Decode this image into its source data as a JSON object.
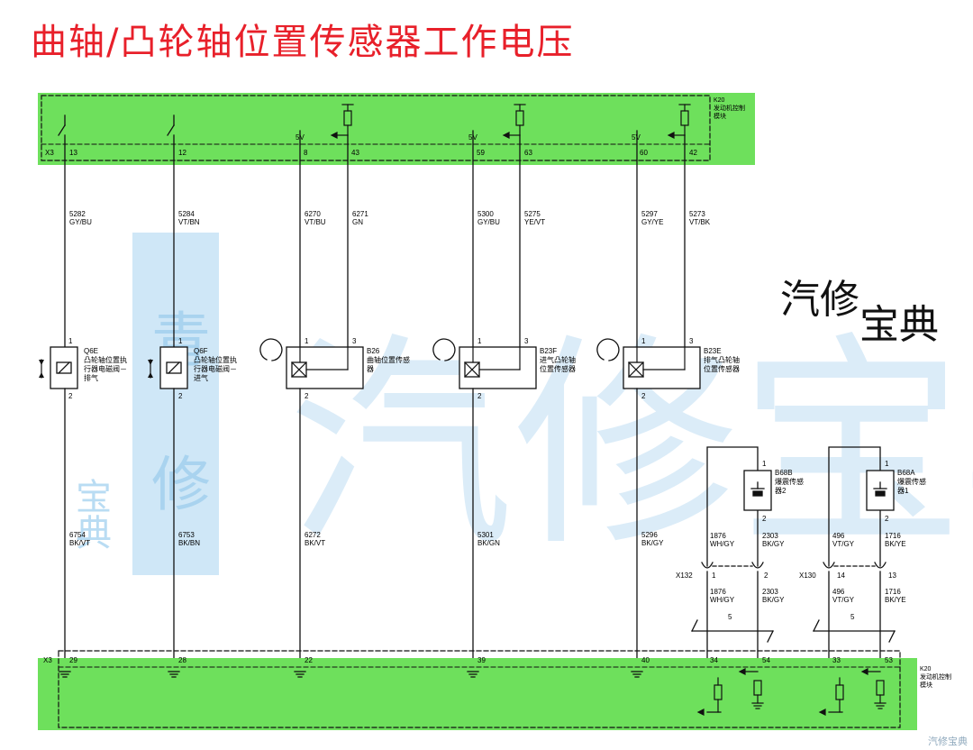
{
  "title": "曲轴/凸轮轴位置传感器工作电压",
  "brand": {
    "part1": "汽修",
    "part2": "宝典"
  },
  "watermark": {
    "big": "汽修宝典",
    "side": "宝典",
    "footer": "汽修宝典"
  },
  "module_top": {
    "ref": "K20",
    "name_line1": "发动机控制",
    "name_line2": "模块",
    "connector": "X3"
  },
  "module_bottom": {
    "ref": "K20",
    "name_line1": "发动机控制",
    "name_line2": "模块",
    "connector": "X3"
  },
  "top_pins": [
    "13",
    "12",
    "8",
    "43",
    "59",
    "63",
    "60",
    "42"
  ],
  "five_v": "5V",
  "top_wires": [
    {
      "circuit": "5282",
      "color": "GY/BU"
    },
    {
      "circuit": "5284",
      "color": "VT/BN"
    },
    {
      "circuit": "6270",
      "color": "VT/BU"
    },
    {
      "circuit": "6271",
      "color": "GN"
    },
    {
      "circuit": "5300",
      "color": "GY/BU"
    },
    {
      "circuit": "5275",
      "color": "YE/VT"
    },
    {
      "circuit": "5297",
      "color": "GY/YE"
    },
    {
      "circuit": "5273",
      "color": "VT/BK"
    }
  ],
  "actuators": [
    {
      "ref": "Q6E",
      "line1": "凸轮轴位置执",
      "line2": "行器电磁阀－",
      "line3": "排气",
      "pin_top": "1",
      "pin_bottom": "2"
    },
    {
      "ref": "Q6F",
      "line1": "凸轮轴位置执",
      "line2": "行器电磁阀－",
      "line3": "进气",
      "pin_top": "1",
      "pin_bottom": "2"
    }
  ],
  "sensors": [
    {
      "ref": "B26",
      "line1": "曲轴位置传感",
      "line2": "器",
      "pin_a": "1",
      "pin_b": "3",
      "pin_c": "2"
    },
    {
      "ref": "B23F",
      "line1": "进气凸轮轴",
      "line2": "位置传感器",
      "pin_a": "1",
      "pin_b": "3",
      "pin_c": "2"
    },
    {
      "ref": "B23E",
      "line1": "排气凸轮轴",
      "line2": "位置传感器",
      "pin_a": "1",
      "pin_b": "3",
      "pin_c": "2"
    }
  ],
  "knock_sensors": [
    {
      "ref": "B68B",
      "line1": "爆震传感",
      "line2": "器2",
      "pin_top": "1",
      "pin_bottom": "2"
    },
    {
      "ref": "B68A",
      "line1": "爆震传感",
      "line2": "器1",
      "pin_top": "1",
      "pin_bottom": "2"
    }
  ],
  "bottom_wires": [
    {
      "circuit": "6754",
      "color": "BK/VT"
    },
    {
      "circuit": "6753",
      "color": "BK/BN"
    },
    {
      "circuit": "6272",
      "color": "BK/VT"
    },
    {
      "circuit": "5301",
      "color": "BK/GN"
    },
    {
      "circuit": "5296",
      "color": "BK/GY"
    }
  ],
  "knock_wires_upper": [
    {
      "circuit": "1876",
      "color": "WH/GY"
    },
    {
      "circuit": "2303",
      "color": "BK/GY"
    },
    {
      "circuit": "496",
      "color": "VT/GY"
    },
    {
      "circuit": "1716",
      "color": "BK/YE"
    }
  ],
  "connectors": [
    {
      "name": "X132",
      "pin_a": "1",
      "pin_b": "2"
    },
    {
      "name": "X130",
      "pin_a": "14",
      "pin_b": "13"
    }
  ],
  "knock_wires_lower": [
    {
      "circuit": "1876",
      "color": "WH/GY"
    },
    {
      "circuit": "2303",
      "color": "BK/GY"
    },
    {
      "circuit": "496",
      "color": "VT/GY"
    },
    {
      "circuit": "1716",
      "color": "BK/YE"
    }
  ],
  "twist_label": "5",
  "bottom_pins": [
    "29",
    "28",
    "22",
    "39",
    "40",
    "34",
    "54",
    "33",
    "53"
  ],
  "colors": {
    "module_fill": "#6ee05c",
    "title": "#e8202a",
    "watermark": "#bfe0f5",
    "line": "#000000"
  }
}
